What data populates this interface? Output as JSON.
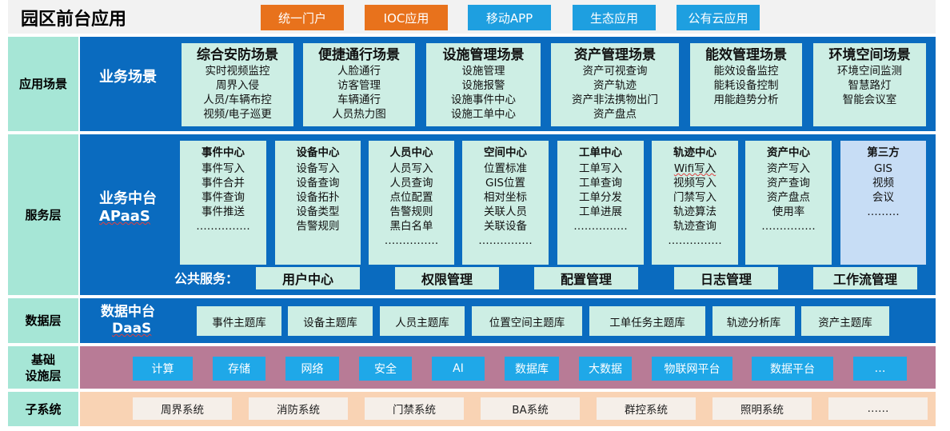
{
  "header": {
    "title": "园区前台应用",
    "buttons": [
      {
        "label": "统一门户",
        "color": "#e8721c"
      },
      {
        "label": "IOC应用",
        "color": "#e8721c"
      },
      {
        "label": "移动APP",
        "color": "#1e9fe0"
      },
      {
        "label": "生态应用",
        "color": "#1e9fe0"
      },
      {
        "label": "公有云应用",
        "color": "#1e9fe0"
      }
    ]
  },
  "layers": {
    "application": "应用场景",
    "service": "服务层",
    "data": "数据层",
    "infrastructure_line1": "基础",
    "infrastructure_line2": "设施层",
    "subsystem": "子系统"
  },
  "application": {
    "section_title": "业务场景",
    "scenes": [
      {
        "title": "综合安防场景",
        "items": [
          "实时视频监控",
          "周界入侵",
          "人员/车辆布控",
          "视频/电子巡更"
        ]
      },
      {
        "title": "便捷通行场景",
        "items": [
          "人脸通行",
          "访客管理",
          "车辆通行",
          "人员热力图"
        ]
      },
      {
        "title": "设施管理场景",
        "items": [
          "设施管理",
          "设施报警",
          "设施事件中心",
          "设施工单中心"
        ]
      },
      {
        "title": "资产管理场景",
        "items": [
          "资产可视查询",
          "资产轨迹",
          "资产非法携物出门",
          "资产盘点"
        ]
      },
      {
        "title": "能效管理场景",
        "items": [
          "能效设备监控",
          "能耗设备控制",
          "用能趋势分析"
        ]
      },
      {
        "title": "环境空间场景",
        "items": [
          "环境空间监测",
          "智慧路灯",
          "智能会议室"
        ]
      }
    ]
  },
  "service": {
    "section_title_line1": "业务中台",
    "section_title_line2": "APaaS",
    "centers": [
      {
        "title": "事件中心",
        "items": [
          "事件写入",
          "事件合并",
          "事件查询",
          "事件推送",
          "……………"
        ]
      },
      {
        "title": "设备中心",
        "items": [
          "设备写入",
          "设备查询",
          "设备拓扑",
          "设备类型",
          "告警规则"
        ]
      },
      {
        "title": "人员中心",
        "items": [
          "人员写入",
          "人员查询",
          "点位配置",
          "告警规则",
          "黑白名单",
          "……………"
        ]
      },
      {
        "title": "空间中心",
        "items": [
          "位置标准",
          "GIS位置",
          "相对坐标",
          "关联人员",
          "关联设备",
          "……………"
        ]
      },
      {
        "title": "工单中心",
        "items": [
          "工单写入",
          "工单查询",
          "工单分发",
          "工单进展",
          "……………"
        ]
      },
      {
        "title": "轨迹中心",
        "items": [
          "Wifi写入",
          "视频写入",
          "门禁写入",
          "轨迹算法",
          "轨迹查询",
          "……………"
        ]
      },
      {
        "title": "资产中心",
        "items": [
          "资产写入",
          "资产查询",
          "资产盘点",
          "使用率",
          "……………"
        ]
      },
      {
        "title": "第三方",
        "items": [
          "GIS",
          "视频",
          "会议",
          "………"
        ]
      }
    ],
    "common_label": "公共服务：",
    "common_services": [
      "用户中心",
      "权限管理",
      "配置管理",
      "日志管理",
      "工作流管理"
    ]
  },
  "data": {
    "section_title_line1": "数据中台",
    "section_title_line2": "DaaS",
    "repositories": [
      "事件主题库",
      "设备主题库",
      "人员主题库",
      "位置空间主题库",
      "工单任务主题库",
      "轨迹分析库",
      "资产主题库"
    ]
  },
  "infrastructure": {
    "items": [
      "计算",
      "存储",
      "网络",
      "安全",
      "AI",
      "数据库",
      "大数据",
      "物联网平台",
      "数据平台",
      "…"
    ]
  },
  "subsystems": {
    "items": [
      "周界系统",
      "消防系统",
      "门禁系统",
      "BA系统",
      "群控系统",
      "照明系统",
      "……"
    ]
  },
  "colors": {
    "blue_block": "#0a6bbf",
    "card_green": "#cdeee4",
    "third_party_blue": "#c7ddf5",
    "layer_label_bg": "#a6e6d6",
    "infra_band": "#b87b96",
    "infra_box": "#1fa8e8",
    "subsystem_band": "#f9d3b4"
  }
}
